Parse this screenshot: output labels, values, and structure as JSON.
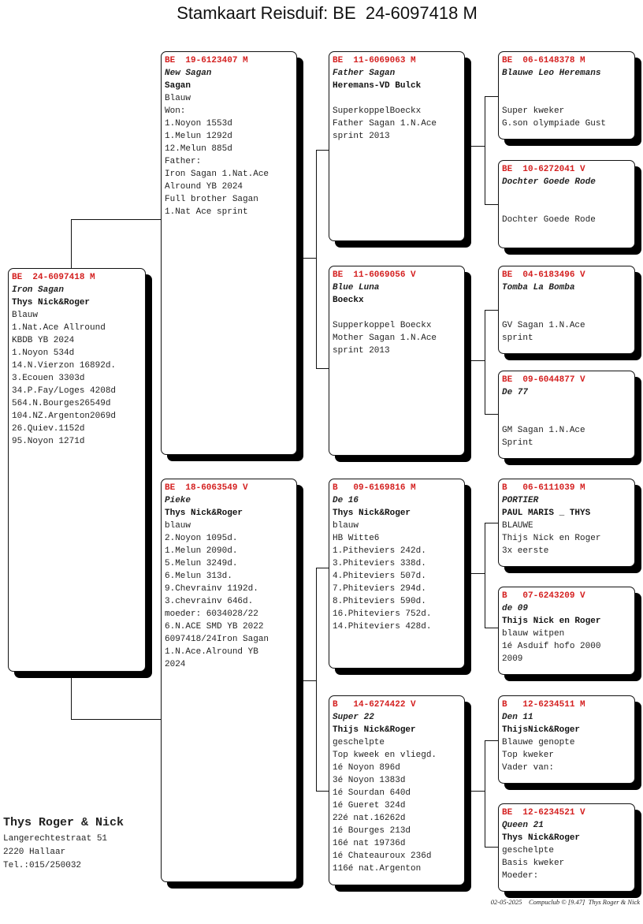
{
  "title": "Stamkaart Reisduif: BE  24-6097418 M",
  "pigeons": [
    {
      "ring": "BE  24-6097418 M",
      "name": "Iron Sagan",
      "owner": "Thys Nick&Roger",
      "lines": [
        "Blauw",
        "1.Nat.Ace Allround",
        "KBDB YB 2024",
        "1.Noyon 534d",
        "14.N.Vierzon 16892d.",
        "3.Ecouen 3303d",
        "34.P.Fay/Loges 4208d",
        "564.N.Bourges26549d",
        "104.NZ.Argenton2069d",
        "26.Quiev.1152d",
        "95.Noyon 1271d"
      ]
    },
    {
      "ring": "BE  19-6123407 M",
      "name": "New Sagan",
      "owner": "Sagan",
      "lines": [
        "Blauw",
        "Won:",
        "1.Noyon 1553d",
        "1.Melun 1292d",
        "12.Melun 885d",
        "Father:",
        "Iron Sagan 1.Nat.Ace",
        "Alround YB 2024",
        "Full brother Sagan",
        "1.Nat Ace sprint"
      ]
    },
    {
      "ring": "BE  18-6063549 V",
      "name": "Pieke",
      "owner": "Thys Nick&Roger",
      "lines": [
        "blauw",
        "2.Noyon 1095d.",
        "1.Melun 2090d.",
        "5.Melun 3249d.",
        "6.Melun 313d.",
        "9.Chevrainv 1192d.",
        "3.chevrainv 646d.",
        "moeder: 6034028/22",
        "6.N.ACE SMD YB 2022",
        "6097418/24Iron Sagan",
        "1.N.Ace.Alround YB",
        "2024"
      ]
    },
    {
      "ring": "BE  11-6069063 M",
      "name": "Father Sagan",
      "owner": "Heremans-VD Bulck",
      "lines": [
        "",
        "SuperkoppelBoeckx",
        "Father Sagan 1.N.Ace",
        "sprint 2013"
      ]
    },
    {
      "ring": "BE  11-6069056 V",
      "name": "Blue Luna",
      "owner": "Boeckx",
      "lines": [
        "",
        "Supperkoppel Boeckx",
        "Mother Sagan 1.N.Ace",
        "sprint 2013"
      ]
    },
    {
      "ring": "B   09-6169816 M",
      "name": "De 16",
      "owner": "Thys Nick&Roger",
      "lines": [
        "blauw",
        "HB Witte6",
        "1.Pitheviers 242d.",
        "3.Phiteviers 338d.",
        "4.Phiteviers 507d.",
        "7.Phiteviers 294d.",
        "8.Phiteviers 590d.",
        "16.Phiteviers 752d.",
        "14.Phiteviers 428d."
      ]
    },
    {
      "ring": "B   14-6274422 V",
      "name": "Super 22",
      "owner": "Thijs Nick&Roger",
      "lines": [
        "geschelpte",
        "Top kweek en vliegd.",
        "1é Noyon 896d",
        "3é Noyon 1383d",
        "1é Sourdan 640d",
        "1é Gueret 324d",
        "22é nat.16262d",
        "1é Bourges 213d",
        "16é nat 19736d",
        "1é Chateauroux 236d",
        "116é nat.Argenton"
      ]
    },
    {
      "ring": "BE  06-6148378 M",
      "name": "Blauwe Leo Heremans",
      "owner": "",
      "lines": [
        "",
        "Super kweker",
        "G.son olympiade Gust"
      ]
    },
    {
      "ring": "BE  10-6272041 V",
      "name": "Dochter Goede Rode",
      "owner": "",
      "lines": [
        "",
        "Dochter Goede Rode"
      ]
    },
    {
      "ring": "BE  04-6183496 V",
      "name": "Tomba La Bomba",
      "owner": "",
      "lines": [
        "",
        "GV Sagan 1.N.Ace",
        "sprint"
      ]
    },
    {
      "ring": "BE  09-6044877 V",
      "name": "De 77",
      "owner": "",
      "lines": [
        "",
        "GM Sagan 1.N.Ace",
        "Sprint"
      ]
    },
    {
      "ring": "B   06-6111039 M",
      "name": "PORTIER",
      "owner": "PAUL MARIS _ THYS",
      "lines": [
        "BLAUWE",
        "Thijs Nick en Roger",
        "3x eerste"
      ]
    },
    {
      "ring": "B   07-6243209 V",
      "name": "de 09",
      "owner": "Thijs Nick en Roger",
      "lines": [
        "blauw witpen",
        "1é Asduif hofo 2000",
        "2009"
      ]
    },
    {
      "ring": "B   12-6234511 M",
      "name": "Den 11",
      "owner": "ThijsNick&Roger",
      "lines": [
        "Blauwe genopte",
        "Top kweker",
        "Vader van:"
      ]
    },
    {
      "ring": "BE  12-6234521 V",
      "name": "Queen 21",
      "owner": "Thys Nick&Roger",
      "lines": [
        "geschelpte",
        "Basis kweker",
        "Moeder:"
      ]
    }
  ],
  "breeder": {
    "name": "Thys Roger & Nick",
    "street": "Langerechtestraat 51",
    "city": "2220  Hallaar",
    "phone": "Tel.:015/250032"
  },
  "footer": {
    "date": "02-05-2025",
    "software": "Compuclub © [9.47]",
    "owner": "Thys Roger & Nick"
  },
  "colors": {
    "ring": "#d42020"
  }
}
